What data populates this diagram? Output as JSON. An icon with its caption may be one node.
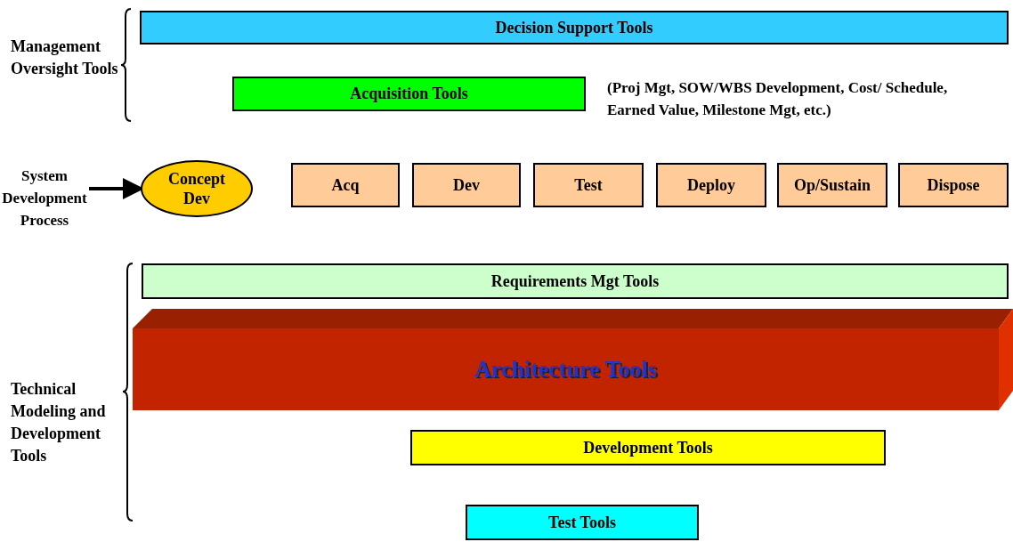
{
  "diagram": {
    "nodes": [
      {
        "text": [
          "Decision Support Tools"
        ]
      },
      {
        "text": [
          "Acquisition Tools"
        ],
        "beside": [
          "(Proj Mgt, SOW/WBS Development, Cost/ Schedule, Earned Value, Milestone Mgt, etc.)"
        ]
      },
      {
        "text": [
          "System Development Process"
        ]
      },
      {
        "text": [
          "Concept Dev"
        ]
      },
      {
        "text": [
          "Acq"
        ]
      },
      {
        "text": [
          "Dev"
        ]
      },
      {
        "text": [
          "Test"
        ]
      },
      {
        "text": [
          "Deploy"
        ]
      },
      {
        "text": [
          "Op/Sustain"
        ]
      },
      {
        "text": [
          "Dispose"
        ]
      },
      {
        "text": [
          "Requirements Mgt Tools"
        ]
      },
      {
        "text": [
          "Architecture Tools"
        ]
      },
      {
        "text": [
          "Development Tools"
        ]
      },
      {
        "text": [
          "Test Tools"
        ]
      }
    ],
    "edges": [
      {
        "from": 2,
        "to": 3,
        "arrow": "to"
      }
    ],
    "labels": [
      "Management Oversight Tools",
      "Technical Modeling and Development Tools"
    ]
  }
}
